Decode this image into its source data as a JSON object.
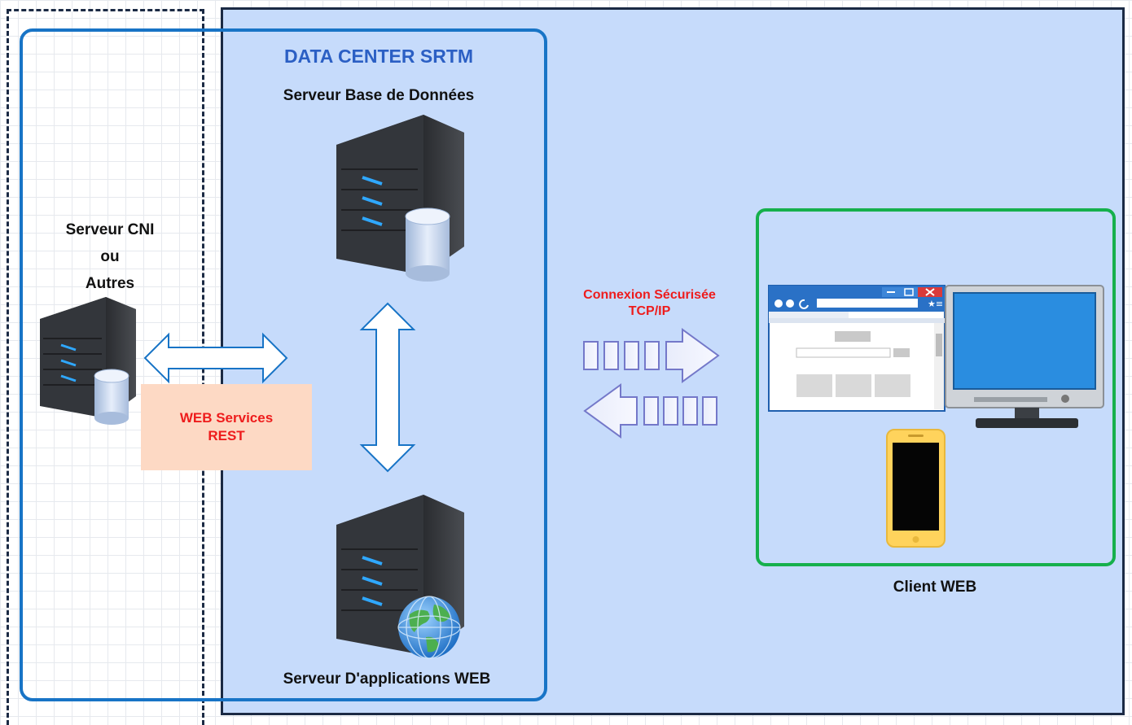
{
  "diagram": {
    "data_center_title": "DATA CENTER SRTM",
    "db_server_label": "Serveur Base de Données",
    "app_server_label": "Serveur D'applications WEB",
    "cni_server_lines": [
      "Serveur CNI",
      "ou",
      "Autres"
    ],
    "web_services_lines": [
      "WEB Services",
      "REST"
    ],
    "connection_lines": [
      "Connexion Sécurisée",
      "TCP/IP"
    ],
    "client_label": "Client WEB"
  },
  "colors": {
    "zone_fill": "#c6dbfb",
    "data_center_border": "#1874c6",
    "client_border": "#16b04c",
    "rest_box_fill": "#fdd9c4",
    "accent_red": "#ee1c1c",
    "title_blue": "#2b5fc4"
  },
  "icons": {
    "db_server": "server-database-icon",
    "app_server": "server-globe-icon",
    "cni_server": "server-database-icon",
    "browser": "browser-window-icon",
    "monitor": "monitor-icon",
    "phone": "smartphone-icon"
  }
}
